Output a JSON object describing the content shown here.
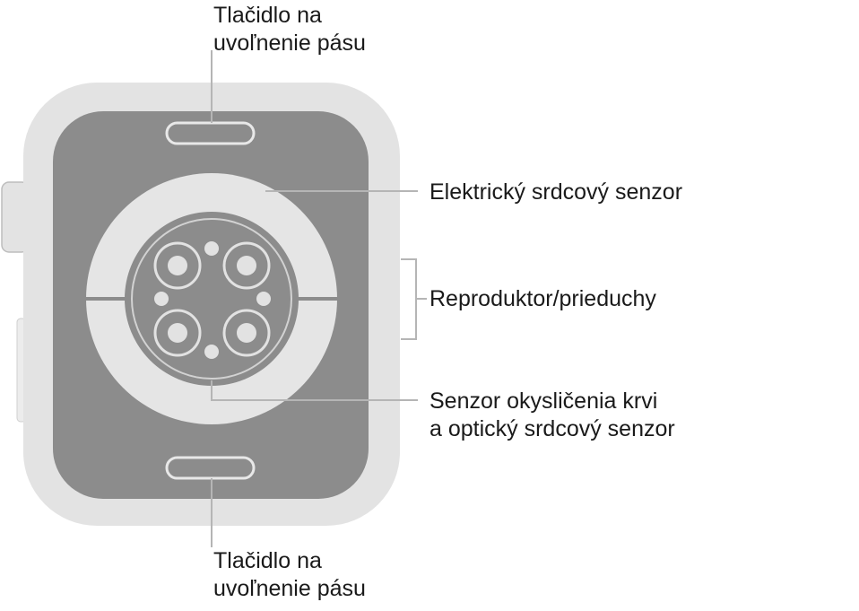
{
  "labels": {
    "band_release_top": {
      "line1": "Tlačidlo na",
      "line2": "uvoľnenie pásu"
    },
    "electrical_heart_sensor": "Elektrický srdcový senzor",
    "speaker_vents": "Reproduktor/prieduchy",
    "blood_oxygen_optical_sensor": {
      "line1": "Senzor okysličenia krvi",
      "line2": "a optický srdcový senzor"
    },
    "band_release_bottom": {
      "line1": "Tlačidlo na",
      "line2": "uvoľnenie pásu"
    }
  },
  "colors": {
    "case_outer": "#e3e3e3",
    "back_panel": "#8c8c8c",
    "sensor_ring": "#e5e5e5",
    "leader_line": "#b5b5b5",
    "text": "#1a1a1a"
  }
}
